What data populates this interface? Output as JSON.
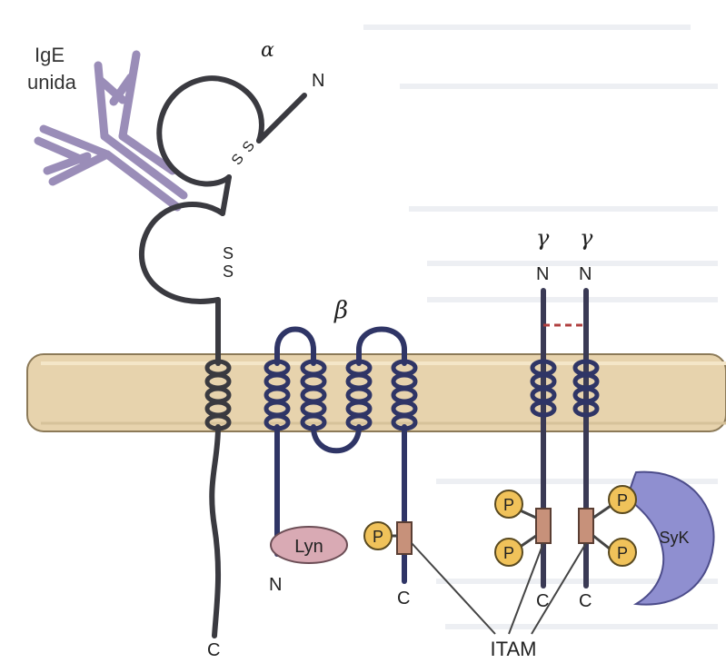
{
  "labels": {
    "ige": [
      "IgE",
      "unida"
    ],
    "alpha": "α",
    "beta": "β",
    "gamma_left": "γ",
    "gamma_right": "γ",
    "alpha_n": "N",
    "alpha_c": "C",
    "ss_upper": [
      "S",
      "S"
    ],
    "ss_lower": [
      "S",
      "S"
    ],
    "beta_n": "N",
    "beta_c": "C",
    "gamma_left_n": "N",
    "gamma_right_n": "N",
    "gamma_left_c": "C",
    "gamma_right_c": "C",
    "lyn": "Lyn",
    "syk": "SyK",
    "itam": "ITAM",
    "phospho": "P"
  },
  "colors": {
    "membrane": "#e7d3ad",
    "membrane_edge": "#8c7a58",
    "alpha_chain": "#3a3a40",
    "beta_gamma_chain": "#2f3566",
    "ige": "#9a8db8",
    "lyn": "#d9aab4",
    "syk": "#8f8fd0",
    "phospho": "#f0c25a",
    "itam": "#c7917a"
  }
}
